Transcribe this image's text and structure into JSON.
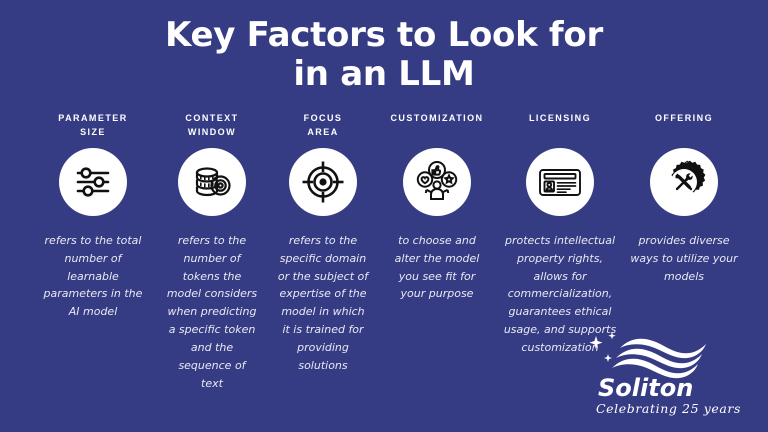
{
  "slide": {
    "background_color": "#363C84",
    "text_color": "#FFFFFF",
    "icon_circle_color": "#FFFFFF",
    "icon_glyph_color": "#111111"
  },
  "title": {
    "line1": "Key Factors to Look for",
    "line2": "in an LLM"
  },
  "columns": [
    {
      "heading_line1": "PARAMETER",
      "heading_line2": "SIZE",
      "icon": "sliders-icon",
      "description": "refers to the total number of learnable parameters in the AI model"
    },
    {
      "heading_line1": "CONTEXT",
      "heading_line2": "WINDOW",
      "icon": "coins-stack-icon",
      "description": "refers to the number of tokens the model considers when predicting a specific token and the sequence of text"
    },
    {
      "heading_line1": "FOCUS",
      "heading_line2": "AREA",
      "icon": "target-crosshair-icon",
      "description": "refers to the specific domain or the subject of expertise of the model in which it is trained for providing solutions"
    },
    {
      "heading_line1": "CUSTOMIZATION",
      "heading_line2": "",
      "icon": "person-preferences-icon",
      "description": "to choose and alter the model you see fit for your purpose"
    },
    {
      "heading_line1": "LICENSING",
      "heading_line2": "",
      "icon": "id-card-icon",
      "description": "protects intellectual property rights, allows for commercialization, guarantees ethical usage, and supports customization"
    },
    {
      "heading_line1": "OFFERING",
      "heading_line2": "",
      "icon": "gear-tools-icon",
      "description": "provides diverse ways to utilize your models"
    }
  ],
  "logo": {
    "brand": "Soliton",
    "tagline": "Celebrating 25 years"
  }
}
